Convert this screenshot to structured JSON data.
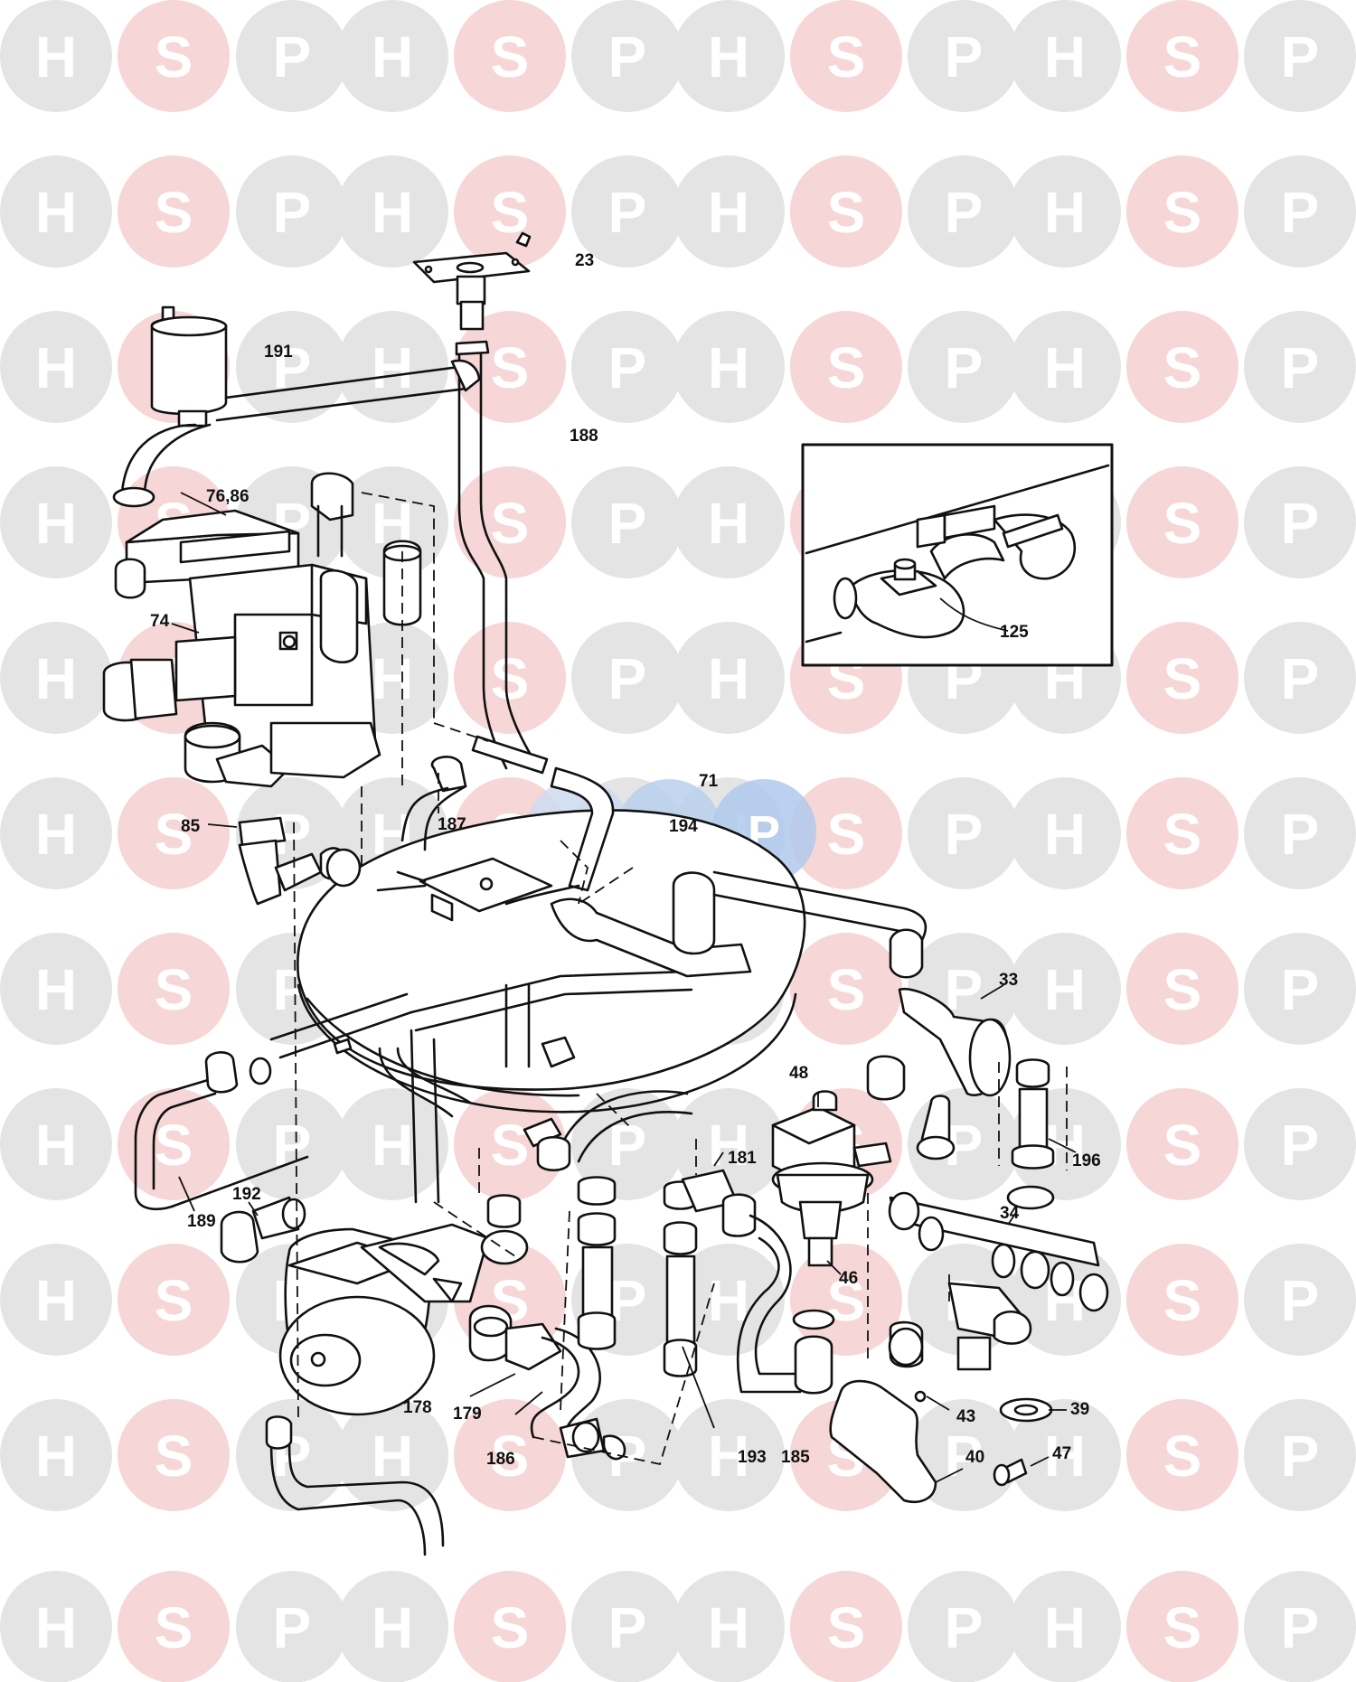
{
  "watermark": {
    "letters": [
      "H",
      "S",
      "P"
    ],
    "colors": {
      "H": "#e4e4e4",
      "S": "#f6d6d6",
      "P": "#e4e4e4",
      "text": "#ffffff"
    },
    "center_logo_colors": {
      "H": "#cddcf0",
      "S": "#b9d0ee",
      "P": "#b0c9ec"
    }
  },
  "diagram": {
    "inset_label": "125",
    "part_labels": [
      {
        "id": "23",
        "text": "23"
      },
      {
        "id": "191",
        "text": "191"
      },
      {
        "id": "188",
        "text": "188"
      },
      {
        "id": "76-86",
        "text": "76,86"
      },
      {
        "id": "74",
        "text": "74"
      },
      {
        "id": "85",
        "text": "85"
      },
      {
        "id": "187",
        "text": "187"
      },
      {
        "id": "71",
        "text": "71"
      },
      {
        "id": "194",
        "text": "194"
      },
      {
        "id": "33",
        "text": "33"
      },
      {
        "id": "48",
        "text": "48"
      },
      {
        "id": "196",
        "text": "196"
      },
      {
        "id": "181",
        "text": "181"
      },
      {
        "id": "34",
        "text": "34"
      },
      {
        "id": "189",
        "text": "189"
      },
      {
        "id": "192",
        "text": "192"
      },
      {
        "id": "46",
        "text": "46"
      },
      {
        "id": "178",
        "text": "178"
      },
      {
        "id": "179",
        "text": "179"
      },
      {
        "id": "186",
        "text": "186"
      },
      {
        "id": "193",
        "text": "193"
      },
      {
        "id": "185",
        "text": "185"
      },
      {
        "id": "43",
        "text": "43"
      },
      {
        "id": "39",
        "text": "39"
      },
      {
        "id": "40",
        "text": "40"
      },
      {
        "id": "47",
        "text": "47"
      }
    ]
  }
}
